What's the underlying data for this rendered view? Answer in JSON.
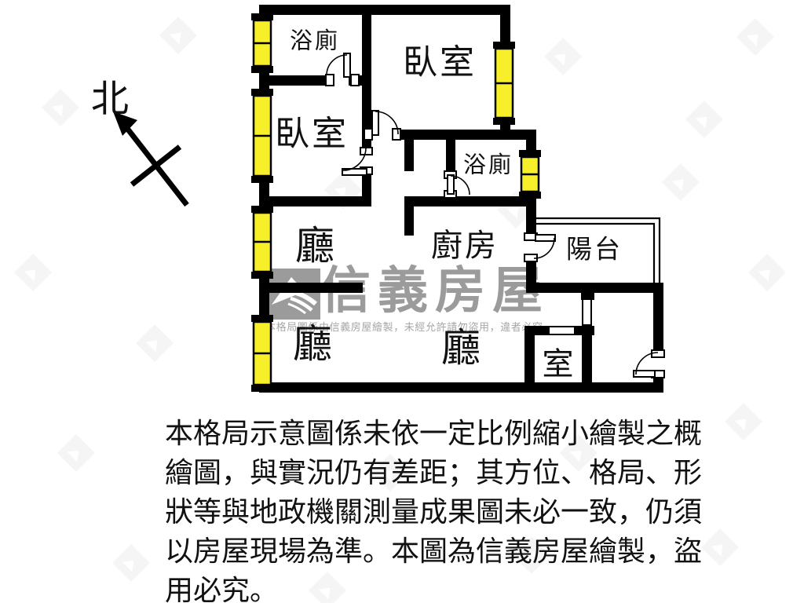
{
  "compass": {
    "label": "北"
  },
  "rooms": {
    "bath1": "浴廁",
    "bedroom1": "臥室",
    "bedroom2": "臥室",
    "bath2": "浴廁",
    "kitchen": "廚房",
    "balcony": "陽台",
    "hall1": "廳",
    "hall2": "廳",
    "hall3": "廳",
    "room": "室"
  },
  "watermark": {
    "brand": "信義房屋",
    "notice": "本格局圖係由信義房屋繪製，未經允許請勿盜用，違者必究"
  },
  "disclaimer": {
    "lines": [
      "本格局示意圖係未依一定比例縮小繪製之概",
      "繪圖，與實況仍有差距；其方位、格局、形",
      "狀等與地政機關測量成果圖未必一致，仍須",
      "以房屋現場為準。本圖為信義房屋繪製，盜",
      "用必究。"
    ]
  },
  "colors": {
    "wall": "#000000",
    "window": "#f7ef2a",
    "brand-gray": "#9b9b9b",
    "notice-gray": "#a6a6a6",
    "ink": "#111111"
  }
}
